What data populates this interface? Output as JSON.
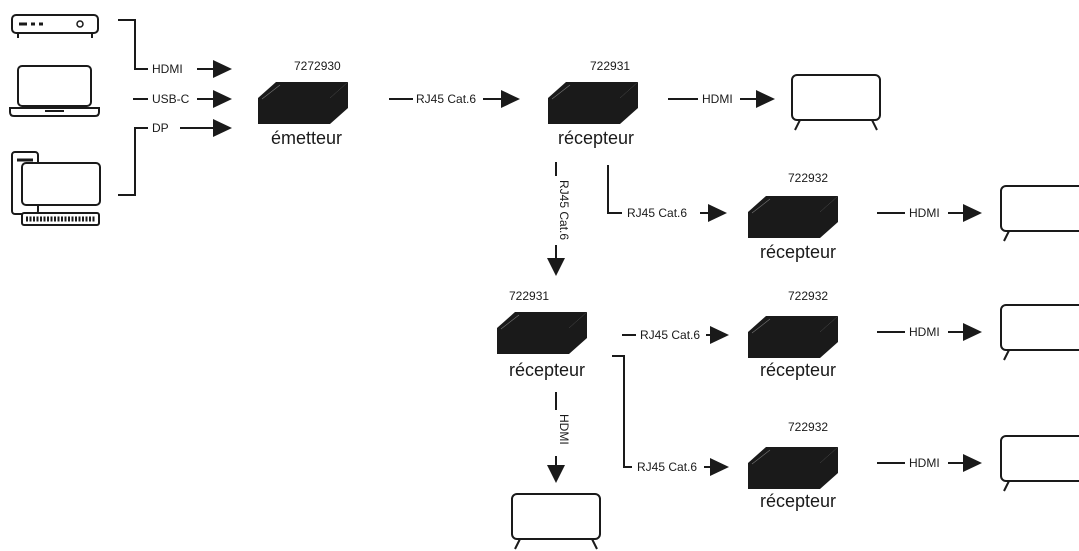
{
  "sources": {
    "hdmi": "HDMI",
    "usbc": "USB-C",
    "dp": "DP"
  },
  "emitter": {
    "model": "7272930",
    "role": "émetteur"
  },
  "receiver1": {
    "model": "722931",
    "role": "récepteur"
  },
  "receiver2": {
    "model": "722931",
    "role": "récepteur"
  },
  "receiver3": {
    "model": "722932",
    "role": "récepteur"
  },
  "receiver4": {
    "model": "722932",
    "role": "récepteur"
  },
  "receiver5": {
    "model": "722932",
    "role": "récepteur"
  },
  "links": {
    "em_to_r1": "RJ45 Cat.6",
    "r1_to_tv": "HDMI",
    "r1_to_r3": "RJ45 Cat.6",
    "r1_down": "RJ45 Cat.6",
    "r3_to_tv": "HDMI",
    "r2_to_r4": "RJ45 Cat.6",
    "r4_to_tv": "HDMI",
    "r2_down": "HDMI",
    "r2_to_r5": "RJ45 Cat.6",
    "r5_to_tv": "HDMI"
  },
  "icons": [
    "media-player-icon",
    "laptop-icon",
    "desktop-computer-icon",
    "box-icon",
    "tv-icon"
  ]
}
